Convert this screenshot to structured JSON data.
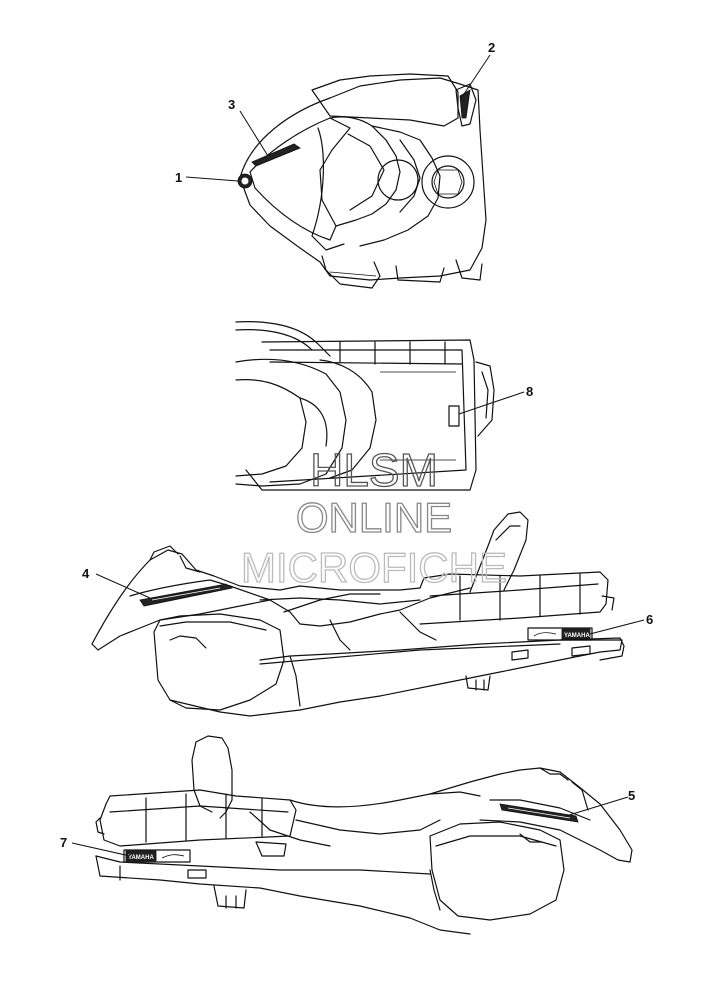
{
  "watermark": {
    "line1": "HLSM",
    "line2": "ONLINE",
    "line3": "MICROFICHE"
  },
  "decal_text": {
    "yamaha": "YAMAHA"
  },
  "callouts": [
    "1",
    "2",
    "3",
    "4",
    "5",
    "6",
    "7",
    "8"
  ],
  "colors": {
    "line": "#111111",
    "background": "#ffffff",
    "watermark_dark": "#555555",
    "watermark_light": "#bbbbbb"
  }
}
